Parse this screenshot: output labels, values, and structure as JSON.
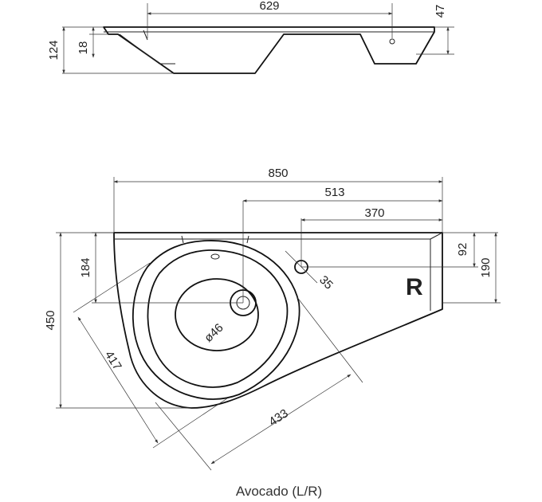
{
  "dims": {
    "top_width": "629",
    "top_right_height": "47",
    "side_height_total": "124",
    "side_height_slab": "18",
    "overall_width": "850",
    "to_tap_center": "513",
    "to_tap_hole": "370",
    "right_depth_short": "92",
    "right_depth_long": "190",
    "tap_offset": "184",
    "overall_depth": "450",
    "tap_hole_dia": "35",
    "drain_dia": "ø46",
    "bowl_width": "417",
    "bowl_length": "433"
  },
  "side_mark": "R",
  "caption": "Avocado (L/R)"
}
